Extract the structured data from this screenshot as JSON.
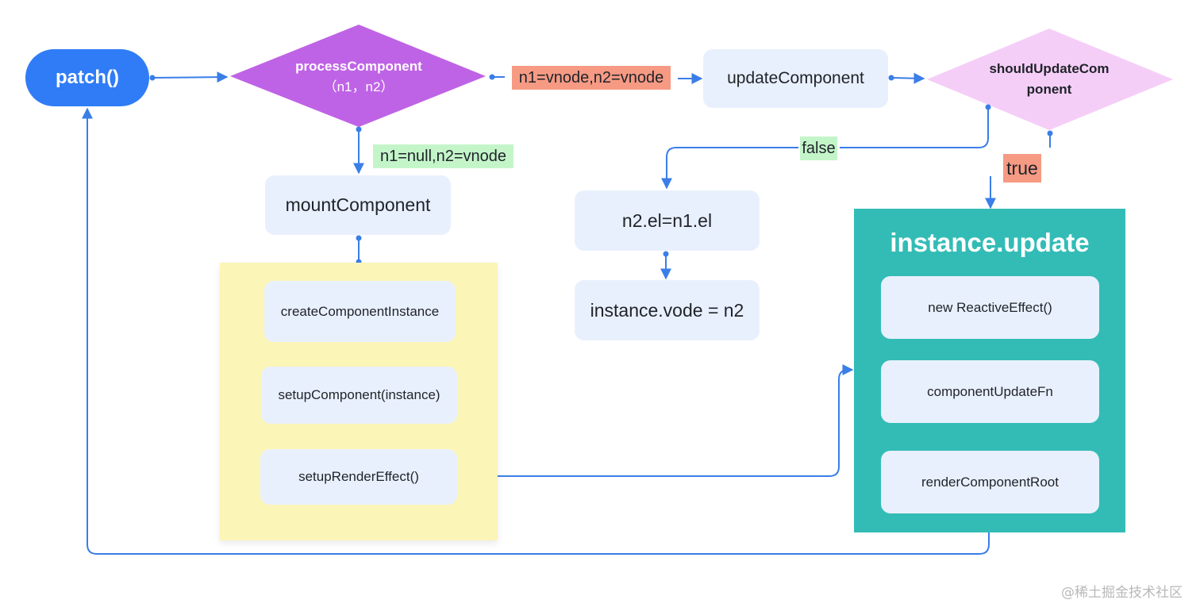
{
  "colors": {
    "edge": "#3a7ee8",
    "patch_fill": "#2f7cf6",
    "process_fill": "#bf63e6",
    "should_update_fill": "#f5cef8",
    "box_fill": "#e9f0fd",
    "yellow_panel": "#fbf5b8",
    "teal_panel": "#33bcb6",
    "tag_red": "#f69a84",
    "tag_green": "#c4f5c9"
  },
  "nodes": {
    "patch": "patch()",
    "process_component_line1": "processComponent",
    "process_component_line2": "（n1，n2）",
    "update_component": "updateComponent",
    "should_update_line1": "shouldUpdateCom",
    "should_update_line2": "ponent",
    "mount_component": "mountComponent",
    "create_component_instance": "createComponentInstance",
    "setup_component": "setupComponent(instance)",
    "setup_render_effect": "setupRenderEffect()",
    "el_assign": "n2.el=n1.el",
    "vnode_assign": "instance.vode = n2",
    "instance_update_title": "instance.update",
    "new_reactive_effect": "new ReactiveEffect()",
    "component_update_fn": "componentUpdateFn",
    "render_component_root": "renderComponentRoot"
  },
  "edge_labels": {
    "update_case": "n1=vnode,n2=vnode",
    "mount_case": "n1=null,n2=vnode",
    "false_label": "false",
    "true_label": "true"
  },
  "watermark": "@稀土掘金技术社区"
}
